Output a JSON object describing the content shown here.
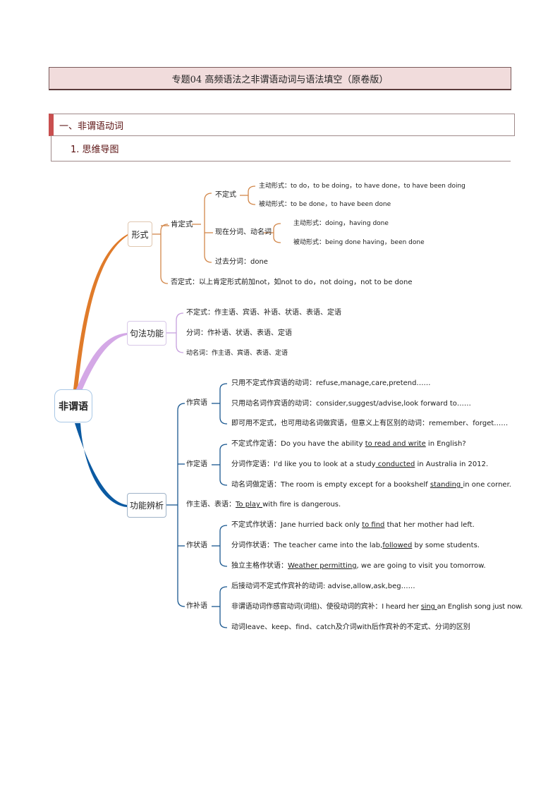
{
  "document": {
    "title": "专题04  高频语法之非谓语动词与语法填空（原卷版）",
    "section": "一、非谓语动词",
    "subsection": "1. 思维导图"
  },
  "colors": {
    "title_bg": "#f1dcdc",
    "section_accent": "#c94f4f",
    "branch_form": "#e07b2a",
    "branch_syntax": "#d4a8e6",
    "branch_function": "#0b5aa2"
  },
  "mindmap": {
    "root": "非谓语",
    "form": {
      "label": "形式",
      "affirmative": {
        "label": "肯定式",
        "infinitive": {
          "label": "不定式",
          "active": "主动形式：to do，to be doing，to have done，to have been doing",
          "passive": "被动形式：to be done，to have been done"
        },
        "participle_gerund": {
          "label": "现在分词、动名词",
          "active": "主动形式：doing，having done",
          "passive": "被动形式：being done having，been done"
        },
        "past_participle": "过去分词：done"
      },
      "negative": "否定式：以上肯定形式前加not，如not to do，not doing，not to be done"
    },
    "syntax": {
      "label": "句法功能",
      "items": [
        "不定式：作主语、宾语、补语、状语、表语、定语",
        "分词：作补语、状语、表语、定语",
        "动名词：作主语、宾语、表语、定语"
      ]
    },
    "function": {
      "label": "功能辨析",
      "object": {
        "label": "作宾语",
        "items": [
          "只用不定式作宾语的动词：refuse,manage,care,pretend……",
          "只用动名词作宾语的动词：consider,suggest/advise,look forward to……",
          "即可用不定式，也可用动名词做宾语，但意义上有区别的动词：remember、forget……"
        ]
      },
      "attributive": {
        "label": "作定语",
        "items": [
          {
            "prefix": "不定式作定语：Do you have the ability ",
            "underline": "to read and write",
            "suffix": " in English?"
          },
          {
            "prefix": "分词作定语：I'd like you to look at a study",
            "underline": " conducted",
            "suffix": " in Australia in 2012."
          },
          {
            "prefix": "动名词做定语：The room is empty except for a bookshelf ",
            "underline": "standing ",
            "suffix": "in one corner."
          }
        ]
      },
      "subject_predicative": {
        "prefix": "作主语、表语：",
        "underline": "To play ",
        "suffix": "with fire is dangerous."
      },
      "adverbial": {
        "label": "作状语",
        "items": [
          {
            "prefix": "不定式作状语：Jane hurried back only ",
            "underline": "to find",
            "suffix": " that her mother had left."
          },
          {
            "prefix": "分词作状语：The teacher came into the lab,",
            "underline": "followed",
            "suffix": " by some students."
          },
          {
            "prefix": "独立主格作状语：",
            "underline": "Weather permitting",
            "suffix": ", we are going to visit you tomorrow."
          }
        ]
      },
      "complement": {
        "label": "作补语",
        "items": [
          {
            "prefix": "后接动词不定式作宾补的动词: advise,allow,ask,beg……",
            "underline": "",
            "suffix": ""
          },
          {
            "prefix": "非谓语动词作感官动词(词组)、使役动词的宾补：I heard her ",
            "underline": "sing ",
            "suffix": "an English song just now."
          },
          {
            "prefix": "动词leave、keep、find、catch及介词with后作宾补的不定式、分词的区别",
            "underline": "",
            "suffix": ""
          }
        ]
      }
    }
  }
}
